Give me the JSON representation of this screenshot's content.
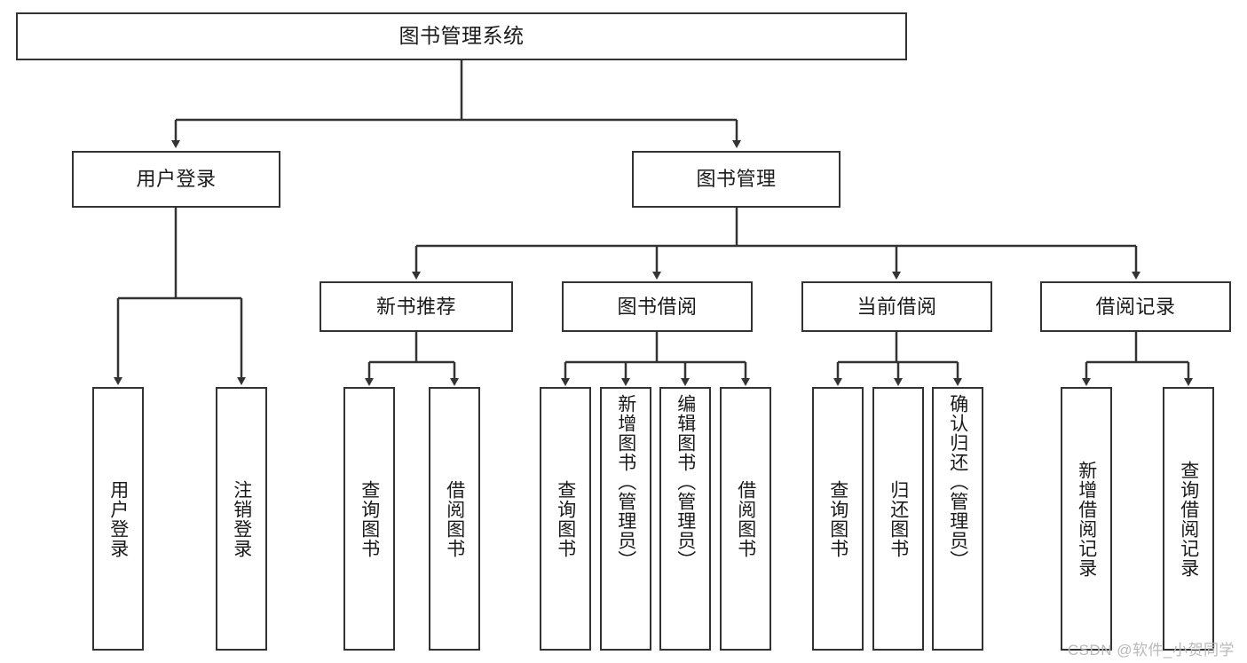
{
  "diagram": {
    "title": "图书管理系统",
    "type": "tree-hierarchy",
    "watermark": "CSDN @软件_小贺同学",
    "colors": {
      "stroke": "#333333",
      "fill": "#ffffff",
      "text": "#1a1a1a",
      "watermark": "#b9b9b9"
    },
    "nodes": {
      "root": {
        "label": "图书管理系统"
      },
      "level2": [
        {
          "label": "用户登录"
        },
        {
          "label": "图书管理"
        }
      ],
      "level3": [
        {
          "label": "新书推荐"
        },
        {
          "label": "图书借阅"
        },
        {
          "label": "当前借阅"
        },
        {
          "label": "借阅记录"
        }
      ],
      "leaves": {
        "user_login": [
          {
            "label": "用户登录"
          },
          {
            "label": "注销登录"
          }
        ],
        "new_book_recommend": [
          {
            "label": "查询图书"
          },
          {
            "label": "借阅图书"
          }
        ],
        "book_borrow": [
          {
            "label": "查询图书"
          },
          {
            "label": "新增图书（管理员）"
          },
          {
            "label": "编辑图书（管理员）"
          },
          {
            "label": "借阅图书"
          }
        ],
        "current_borrow": [
          {
            "label": "查询图书"
          },
          {
            "label": "归还图书"
          },
          {
            "label": "确认归还（管理员）"
          }
        ],
        "borrow_record": [
          {
            "label": "新增借阅记录"
          },
          {
            "label": "查询借阅记录"
          }
        ]
      }
    }
  }
}
